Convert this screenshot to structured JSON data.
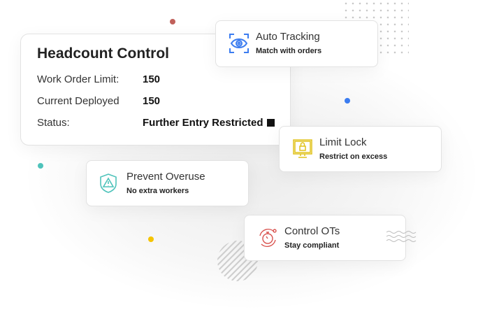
{
  "headcount": {
    "title": "Headcount Control",
    "rows": [
      {
        "label": "Work Order Limit:",
        "value": "150"
      },
      {
        "label": "Current Deployed",
        "value": "150"
      },
      {
        "label": "Status:",
        "value": "Further Entry Restricted"
      }
    ]
  },
  "features": [
    {
      "title": "Auto Tracking",
      "subtitle": "Match with orders",
      "icon": "eye-scan-icon",
      "color": "#3b7cf0"
    },
    {
      "title": "Limit Lock",
      "subtitle": "Restrict on excess",
      "icon": "monitor-lock-icon",
      "color": "#e0c21a"
    },
    {
      "title": "Prevent Overuse",
      "subtitle": "No extra workers",
      "icon": "shield-warning-icon",
      "color": "#4fc3bb"
    },
    {
      "title": "Control OTs",
      "subtitle": "Stay compliant",
      "icon": "stopwatch-icon",
      "color": "#d9534f"
    }
  ]
}
